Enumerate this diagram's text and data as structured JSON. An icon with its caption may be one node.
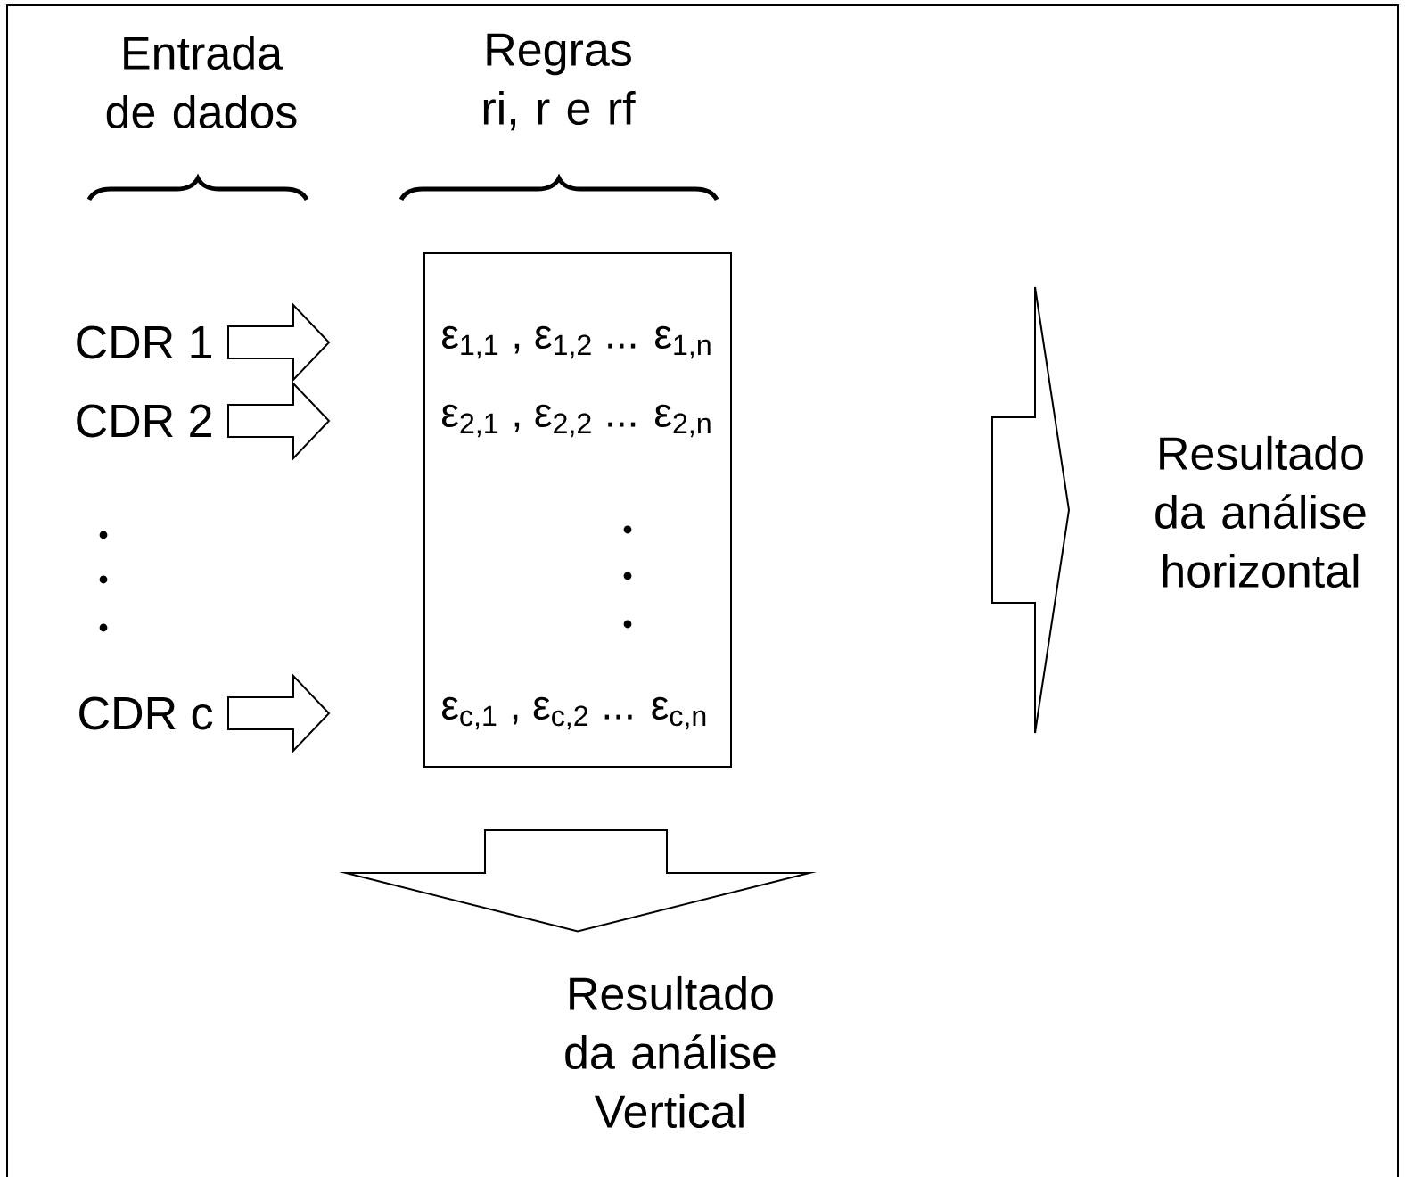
{
  "diagram": {
    "nodes": [
      {
        "text": [
          "CDR 1"
        ]
      },
      {
        "text": [
          "CDR 2"
        ]
      },
      {
        "text": [
          "CDR c"
        ]
      },
      {
        "text": [
          "ε$_{1,1}$ , ε$_{1,2}$ ... ε$_{1,n}$",
          "ε$_{2,1}$ , ε$_{2,2}$ ... ε$_{2,n}$",
          "ε$_{c,1}$ , ε$_{c,2}$ ... ε$_{c,n}$"
        ]
      },
      {
        "text": [
          "Resultado da análise horizontal"
        ]
      },
      {
        "text": [
          "Resultado da análise Vertical"
        ]
      }
    ],
    "edges": [
      {
        "from": 0,
        "to": 3,
        "arrow": "to"
      },
      {
        "from": 1,
        "to": 3,
        "arrow": "to"
      },
      {
        "from": 2,
        "to": 3,
        "arrow": "to"
      },
      {
        "from": 3,
        "to": 4,
        "arrow": "to"
      },
      {
        "from": 3,
        "to": 5,
        "arrow": "to"
      }
    ],
    "labels": [
      "Entrada de dados",
      "Regras ri, r e rf"
    ]
  }
}
